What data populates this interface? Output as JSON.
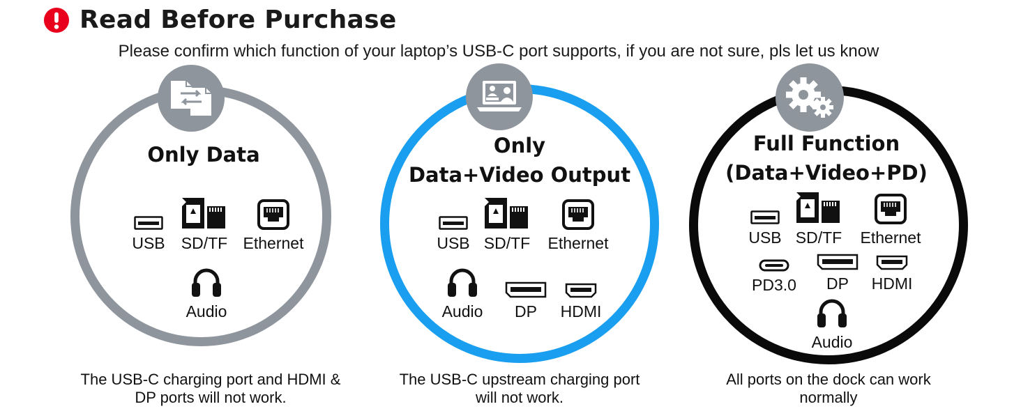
{
  "header": {
    "title": "Read Before Purchase",
    "subtitle": "Please confirm which function of your laptop’s USB-C port supports, if you are not sure, pls let us know",
    "alert_color": "#e8001c"
  },
  "panels": [
    {
      "id": "only-data",
      "ring_color": "#8e959c",
      "badge_icon": "file-transfer-icon",
      "title_lines": [
        "Only Data"
      ],
      "ports": [
        "USB",
        "SD/TF",
        "Ethernet",
        "Audio"
      ],
      "description": [
        "The USB-C charging port and HDMI &",
        "DP ports will not work."
      ]
    },
    {
      "id": "data-video",
      "ring_color": "#1a9ff0",
      "badge_icon": "video-call-laptop-icon",
      "title_lines": [
        "Only",
        "Data+Video Output"
      ],
      "ports": [
        "USB",
        "SD/TF",
        "Ethernet",
        "Audio",
        "DP",
        "HDMI"
      ],
      "description": [
        "The USB-C upstream charging port",
        "will not work."
      ]
    },
    {
      "id": "full-function",
      "ring_color": "#0a0a0a",
      "badge_icon": "gears-icon",
      "title_lines": [
        "Full Function",
        "(Data+Video+PD)"
      ],
      "ports": [
        "USB",
        "SD/TF",
        "Ethernet",
        "PD3.0",
        "DP",
        "HDMI",
        "Audio"
      ],
      "description": [
        "All ports on the dock can work",
        "normally"
      ]
    }
  ]
}
